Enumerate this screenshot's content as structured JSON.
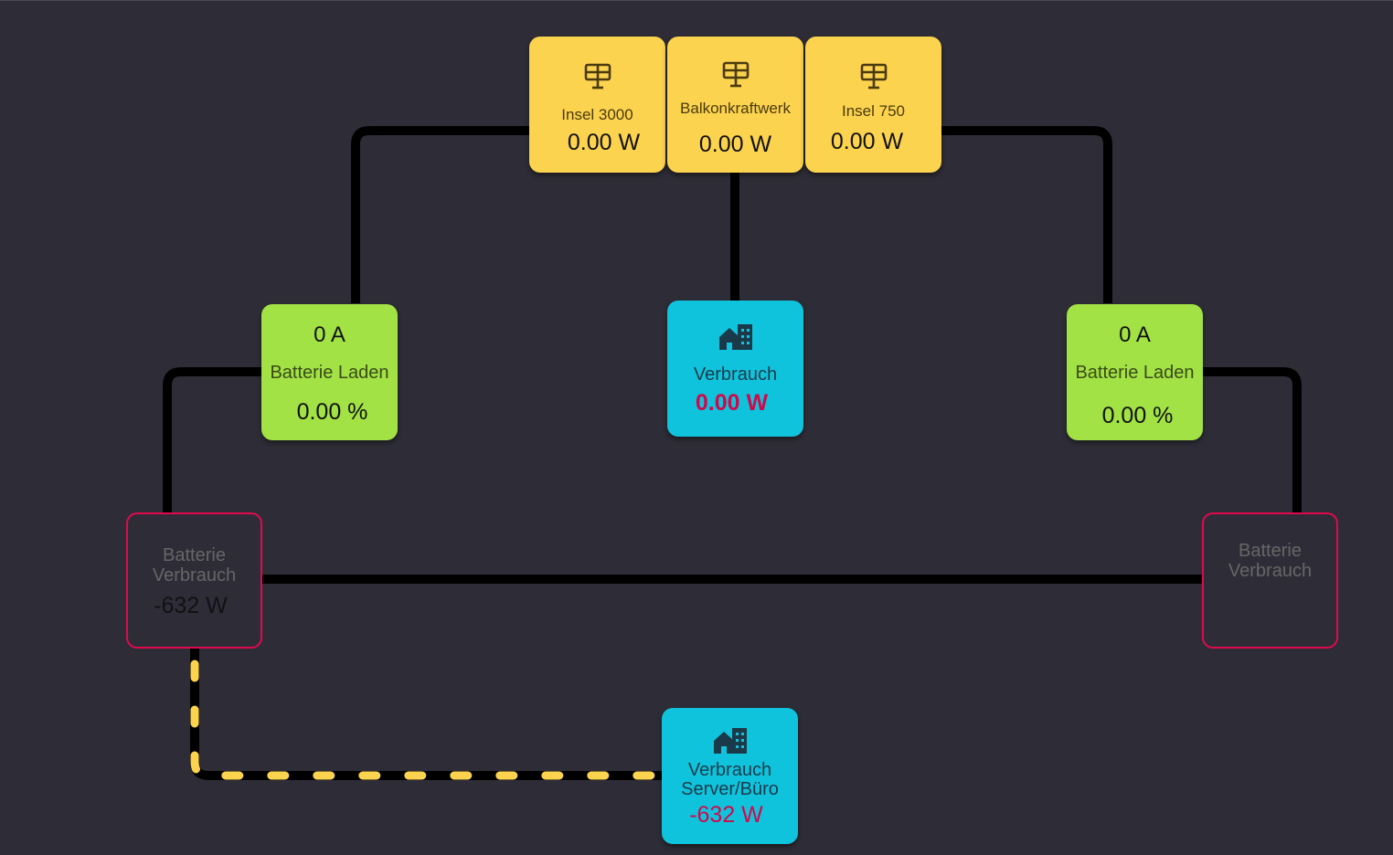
{
  "sources": [
    {
      "label": "Insel 3000",
      "value": "0.00 W",
      "icon": "solar-panel-icon"
    },
    {
      "label": "Balkonkraftwerk",
      "value": "0.00 W",
      "icon": "solar-panel-icon"
    },
    {
      "label": "Insel 750",
      "value": "0.00 W",
      "icon": "solar-panel-icon"
    }
  ],
  "battery_left": {
    "current": "0 A",
    "label": "Batterie Laden",
    "percent": "0.00 %"
  },
  "battery_right": {
    "current": "0 A",
    "label": "Batterie Laden",
    "percent": "0.00 %"
  },
  "consumption": {
    "label": "Verbrauch",
    "value": "0.00 W",
    "icon": "home-building-icon"
  },
  "battery_use_left": {
    "label_line1": "Batterie",
    "label_line2": "Verbrauch",
    "value": "-632 W"
  },
  "battery_use_right": {
    "label_line1": "Batterie",
    "label_line2": "Verbrauch",
    "value": ""
  },
  "server": {
    "label_line1": "Verbrauch",
    "label_line2": "Server/Büro",
    "value": "-632 W",
    "icon": "home-building-icon"
  },
  "colors": {
    "background": "#2e2d37",
    "solar": "#fcd34e",
    "battery": "#a2e245",
    "consumer": "#10c3dc",
    "alert": "#e0094e",
    "flow": "#fcd34e"
  }
}
